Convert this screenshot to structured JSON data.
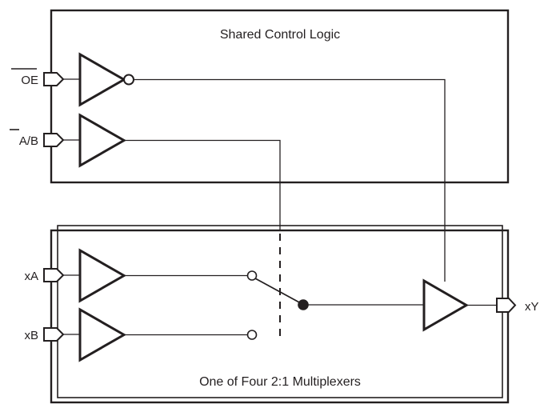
{
  "diagram": {
    "title_top_block": "Shared Control Logic",
    "title_bottom_block": "One of Four 2:1 Multiplexers",
    "stroke_color": "#231f20",
    "fill_color": "#ffffff",
    "background": "#ffffff"
  },
  "pins": {
    "oe": {
      "label": "OE",
      "overline": "full",
      "side": "left"
    },
    "ab": {
      "label": "A/B",
      "overline": "partial-A",
      "side": "left"
    },
    "xa": {
      "label": "xA",
      "overline": "none",
      "side": "left"
    },
    "xb": {
      "label": "xB",
      "overline": "none",
      "side": "left"
    },
    "xy": {
      "label": "xY",
      "overline": "none",
      "side": "right"
    }
  },
  "gates": {
    "oe_inverter": {
      "type": "inverter",
      "bubble": true
    },
    "ab_buffer": {
      "type": "buffer",
      "bubble": false
    },
    "xa_buffer": {
      "type": "buffer",
      "bubble": false
    },
    "xb_buffer": {
      "type": "buffer",
      "bubble": false
    },
    "output_buffer": {
      "type": "tri-state-buffer",
      "bubble": false,
      "enable": "top"
    }
  },
  "switch": {
    "contact_a": {
      "state": "open-circle",
      "connected": true
    },
    "contact_b": {
      "state": "open-circle",
      "connected": false
    },
    "common_node": {
      "state": "filled-dot"
    },
    "control_line": {
      "style": "dashed"
    }
  }
}
